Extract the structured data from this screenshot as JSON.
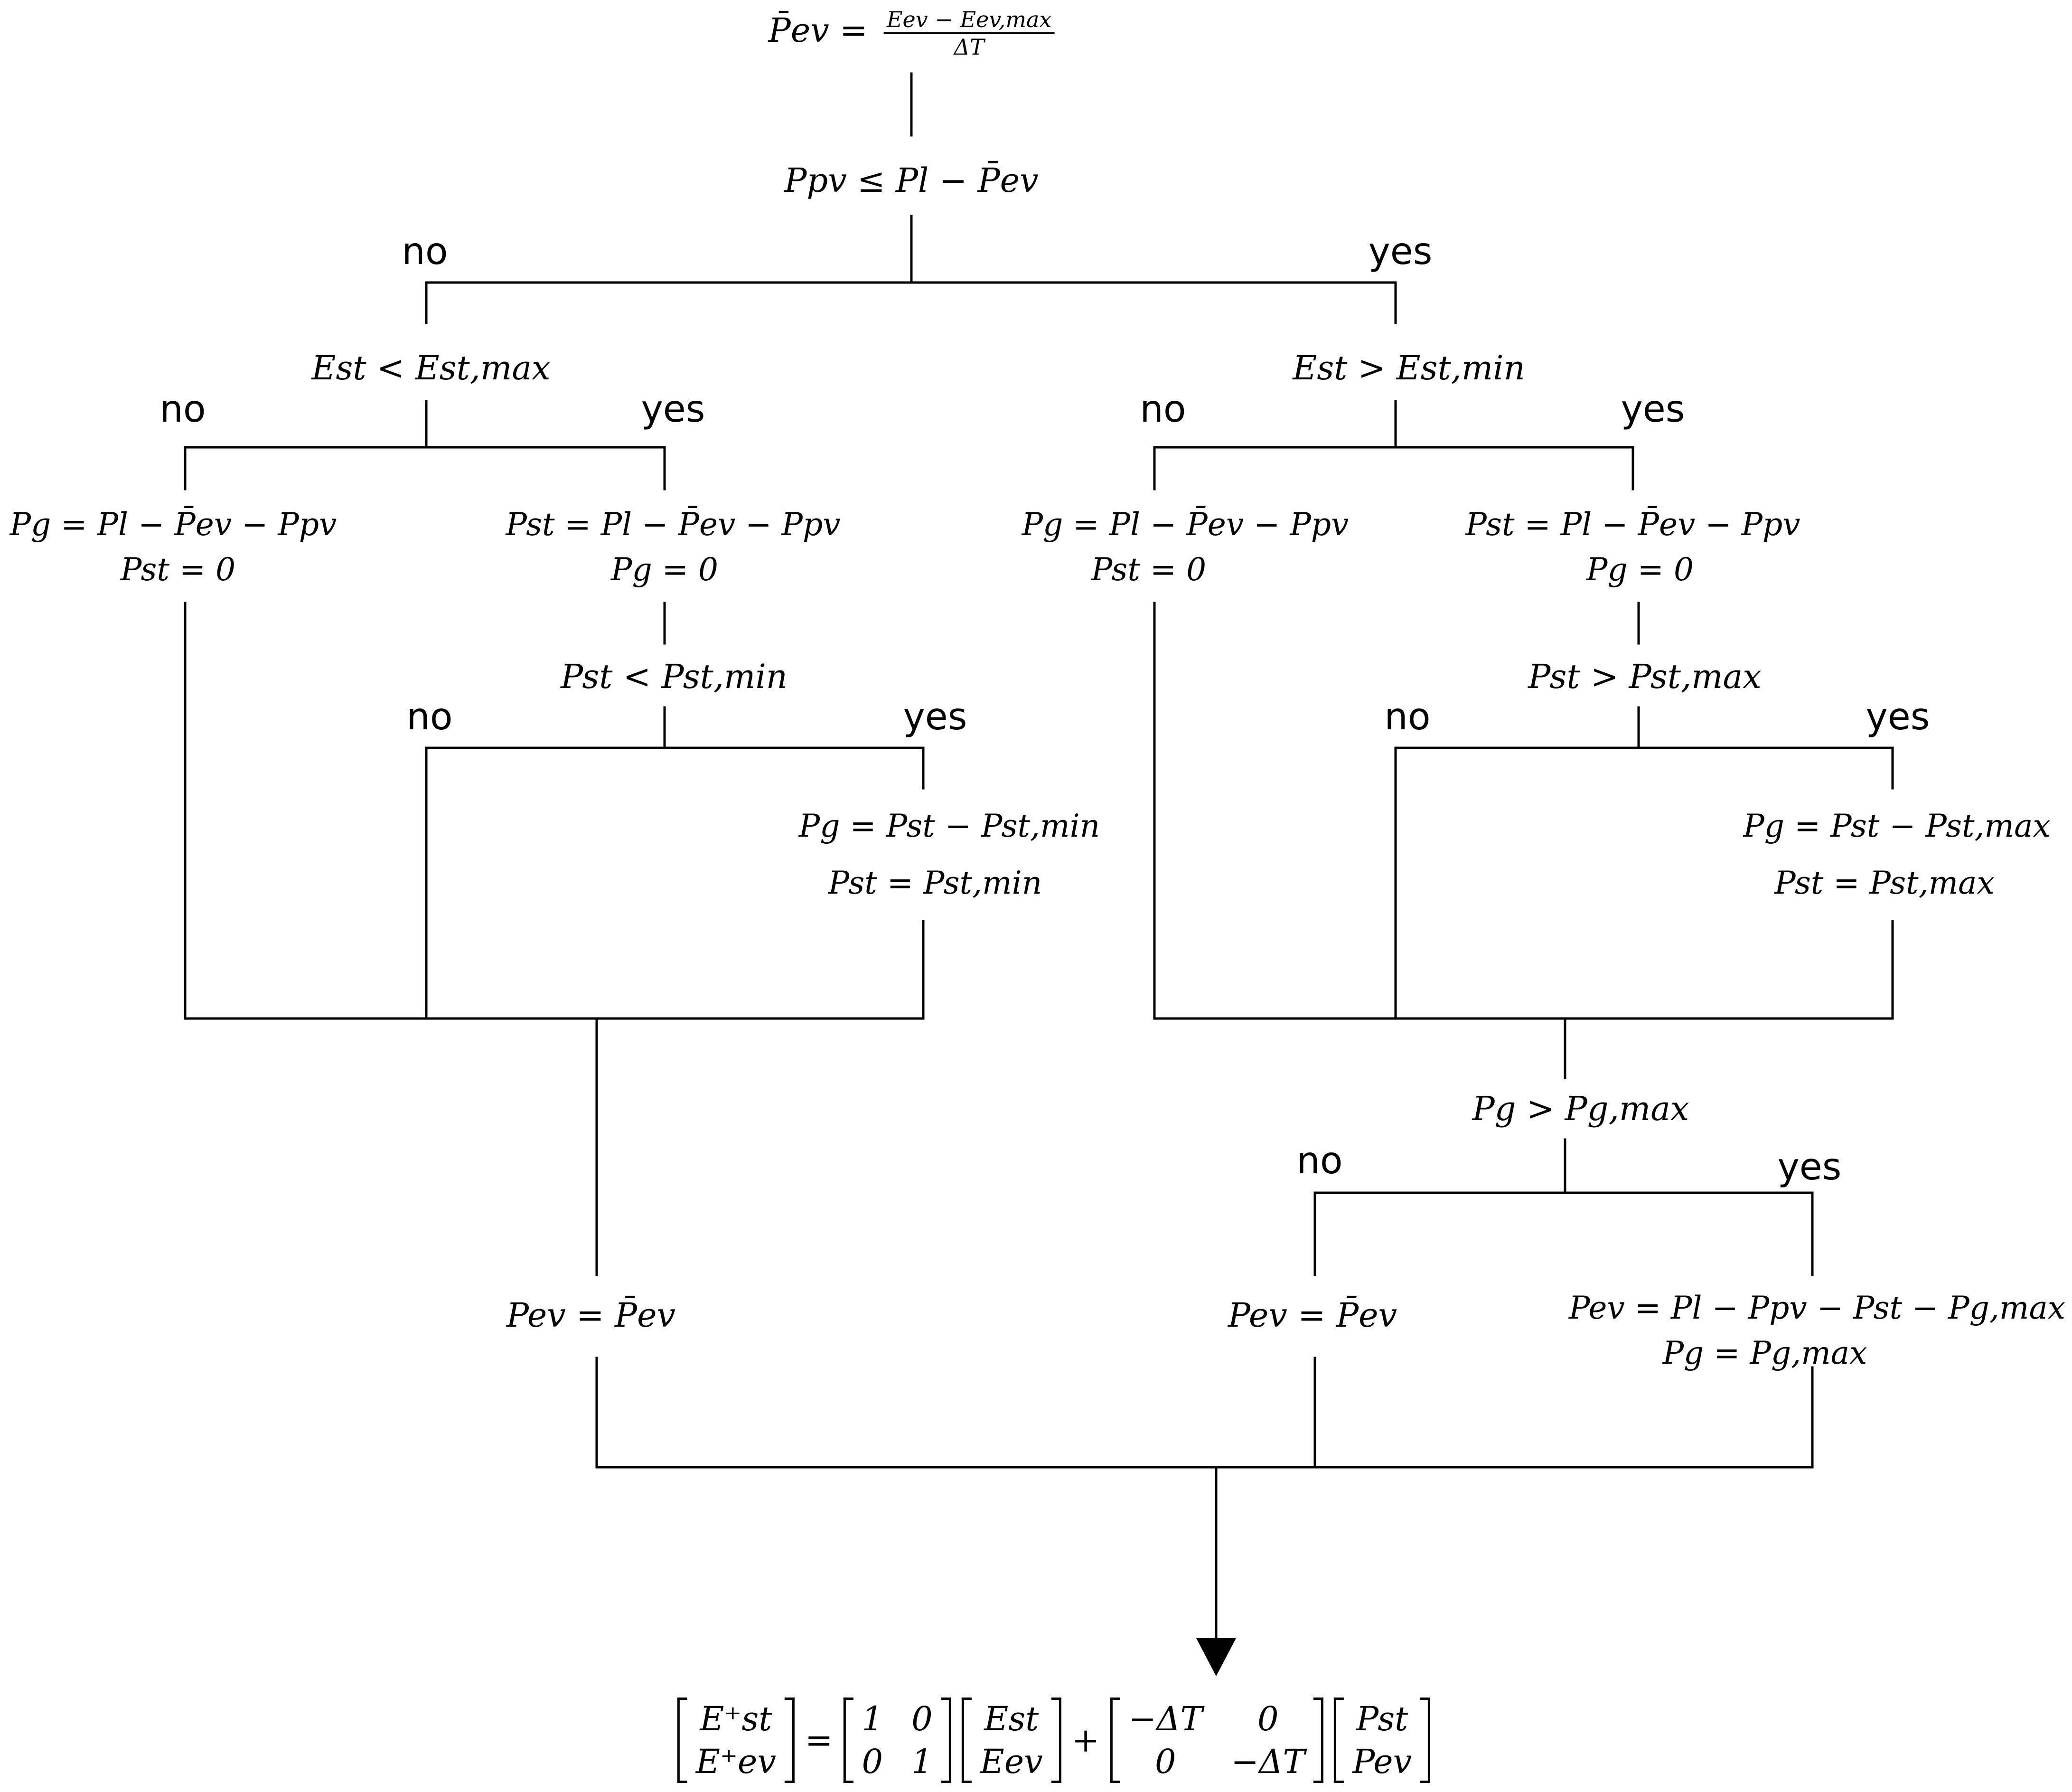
{
  "branch_labels": {
    "no": "no",
    "yes": "yes"
  },
  "nodes": {
    "pev_bar_def": {
      "lhs": "P̄ev =",
      "num": "Eev − Eev,max",
      "den": "ΔT"
    },
    "cond_pv": "Ppv ≤ Pl − P̄ev",
    "cond_est_max": "Est < Est,max",
    "cond_est_min": "Est > Est,min",
    "left_pg_1": "Pg = Pl − P̄ev − Ppv",
    "left_pg_2": "Pst = 0",
    "left_pst_1": "Pst = Pl − P̄ev − Ppv",
    "left_pst_2": "Pg = 0",
    "right_pg_1": "Pg = Pl − P̄ev − Ppv",
    "right_pg_2": "Pst = 0",
    "right_pst_1": "Pst = Pl − P̄ev − Ppv",
    "right_pst_2": "Pg = 0",
    "cond_pst_min": "Pst < Pst,min",
    "cond_pst_max": "Pst > Pst,max",
    "pst_min_1": "Pg = Pst − Pst,min",
    "pst_min_2": "Pst = Pst,min",
    "pst_max_1": "Pg = Pst − Pst,max",
    "pst_max_2": "Pst = Pst,max",
    "cond_pg_max": "Pg > Pg,max",
    "left_pev": "Pev = P̄ev",
    "mid_pev": "Pev = P̄ev",
    "pg_max_1": "Pev = Pl − Ppv − Pst − Pg,max",
    "pg_max_2": "Pg = Pg,max"
  },
  "final_equation": {
    "lhs": [
      "E⁺st",
      "E⁺ev"
    ],
    "eq": "=",
    "a": [
      [
        "1",
        "0"
      ],
      [
        "0",
        "1"
      ]
    ],
    "x": [
      "Est",
      "Eev"
    ],
    "plus": "+",
    "b": [
      [
        "−ΔT",
        "0"
      ],
      [
        "0",
        "−ΔT"
      ]
    ],
    "u": [
      "Pst",
      "Pev"
    ]
  }
}
